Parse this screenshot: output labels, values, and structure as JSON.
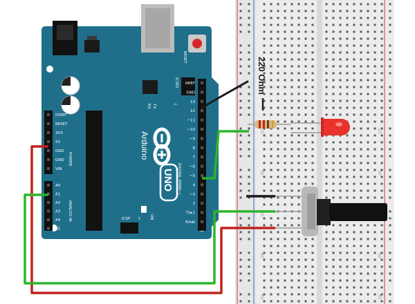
{
  "board": {
    "brand": "Arduino",
    "model": "UNO",
    "reset_label": "RESET",
    "icsp2_label": "ICSP2",
    "icsp_label": "ICSP",
    "icsp_pin1": "1",
    "on_label": "ON",
    "tx_label": "TX",
    "rx_label": "RX",
    "l_label": "L",
    "digital_label": "DIGITAL (PWM~)",
    "power_label": "POWER",
    "analog_label": "ANALOG IN",
    "digital_pins": [
      "AREF",
      "GND",
      "13",
      "12",
      "~11",
      "~10",
      "~9",
      "8",
      "7",
      "~6",
      "~5",
      "4",
      "~3",
      "2",
      "TX▸1",
      "RX◂0"
    ],
    "power_pins": [
      "IOREF",
      "RESET",
      "3V3",
      "5V",
      "GND",
      "GND",
      "VIN"
    ],
    "analog_pins": [
      "A0",
      "A1",
      "A2",
      "A3",
      "A4",
      "A5"
    ]
  },
  "breadboard": {
    "row_numbers": [
      "25",
      "30",
      "35",
      "40",
      "45"
    ]
  },
  "components": {
    "resistor_label": "220 Ohm"
  },
  "colors": {
    "board": "#1f6f8b",
    "board_dark": "#175a73",
    "wire_red": "#c0231d",
    "wire_green": "#2bb52b",
    "wire_black": "#1a1a1a",
    "led": "#e8322b",
    "breadboard": "#ececec",
    "rail_blue": "#3b5fd1",
    "rail_red": "#d23a3a"
  }
}
